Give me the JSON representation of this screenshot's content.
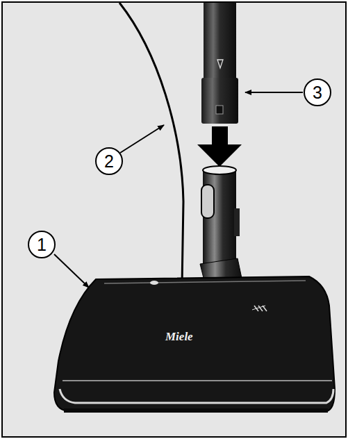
{
  "diagram": {
    "labels": [
      "3",
      "2",
      "1",
      "Miele"
    ]
  }
}
